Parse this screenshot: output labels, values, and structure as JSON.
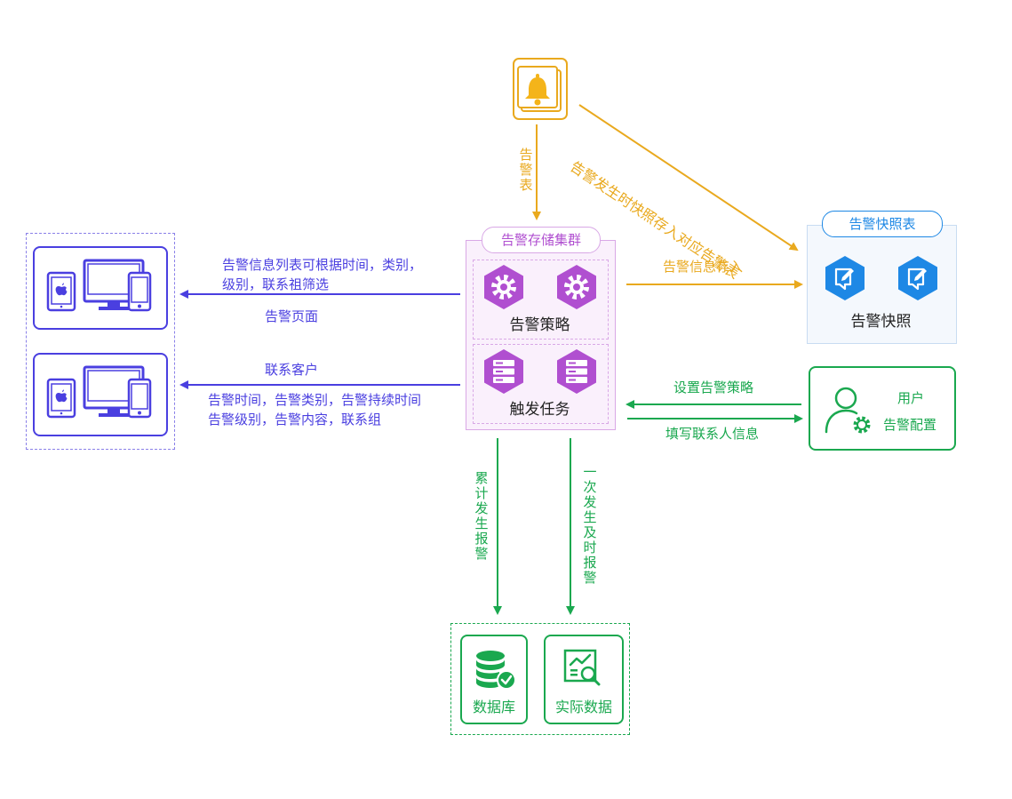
{
  "cluster": {
    "title": "告警存储集群",
    "strategy_label": "告警策略",
    "task_label": "触发任务"
  },
  "snapshot": {
    "title": "告警快照表",
    "label": "告警快照"
  },
  "flows": {
    "alarm_table_label": "告警表",
    "snapshot_store_label": "告警发生时快照存入对应告警表",
    "info_store_label": "告警信息存入",
    "list_filter_line1": "告警信息列表可根据时间，类别，",
    "list_filter_line2": "级别，联系祖筛选",
    "alarm_page_label": "告警页面",
    "contact_customer_label": "联系客户",
    "contact_detail_line1": "告警时间，告警类别，告警持续时间",
    "contact_detail_line2": "告警级别，告警内容，联系组",
    "set_strategy_label": "设置告警策略",
    "fill_contact_label": "填写联系人信息",
    "cumulative_label": "累计发生报警",
    "immediate_label": "一次发生及时报警"
  },
  "user": {
    "line1": "用户",
    "line2": "告警配置"
  },
  "storage": {
    "database_label": "数据库",
    "actual_data_label": "实际数据"
  },
  "colors": {
    "purple": "#4a3fe0",
    "orange": "#e9a91e",
    "green": "#1aa84f",
    "magenta": "#b04fd0",
    "blue": "#1e88e5"
  },
  "icons": [
    "bell-icon",
    "device-group-icon",
    "gear-hexagon-icon",
    "server-hexagon-icon",
    "edit-hexagon-icon",
    "user-gear-icon",
    "database-check-icon",
    "data-search-icon"
  ]
}
